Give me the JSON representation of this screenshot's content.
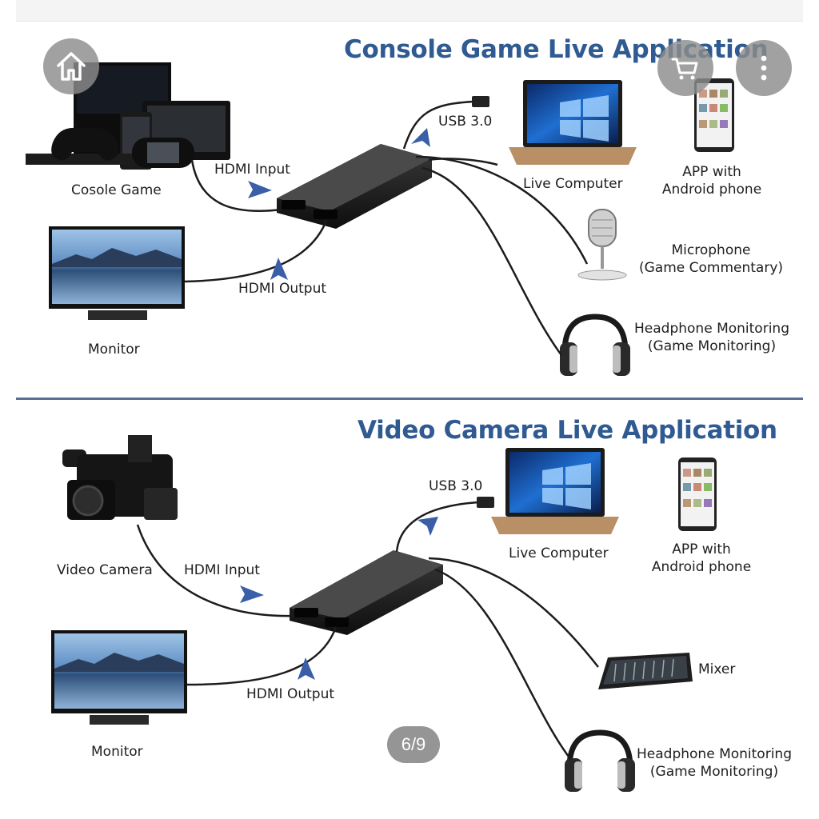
{
  "page_indicator": "6/9",
  "buttons": {
    "home": "home-icon",
    "cart": "cart-icon",
    "more": "more-vertical-icon"
  },
  "section1": {
    "title": "Console Game Live Application",
    "labels": {
      "console": "Cosole Game",
      "hdmi_input": "HDMI Input",
      "hdmi_output": "HDMI Output",
      "monitor": "Monitor",
      "usb": "USB 3.0",
      "computer": "Live Computer",
      "app_line1": "APP with",
      "app_line2": "Android phone",
      "mic_line1": "Microphone",
      "mic_line2": "(Game Commentary)",
      "head_line1": "Headphone Monitoring",
      "head_line2": "(Game Monitoring)"
    }
  },
  "section2": {
    "title": "Video Camera Live Application",
    "labels": {
      "camera": "Video Camera",
      "hdmi_input": "HDMI Input",
      "hdmi_output": "HDMI Output",
      "monitor": "Monitor",
      "usb": "USB 3.0",
      "computer": "Live Computer",
      "app_line1": "APP with",
      "app_line2": "Android phone",
      "mixer": "Mixer",
      "head_line1": "Headphone Monitoring",
      "head_line2": "(Game Monitoring)"
    }
  },
  "colors": {
    "title": "#2f5a92",
    "arrow": "#3a5fa8",
    "divider": "#5b6f95",
    "overlay": "#8c8c8c"
  }
}
